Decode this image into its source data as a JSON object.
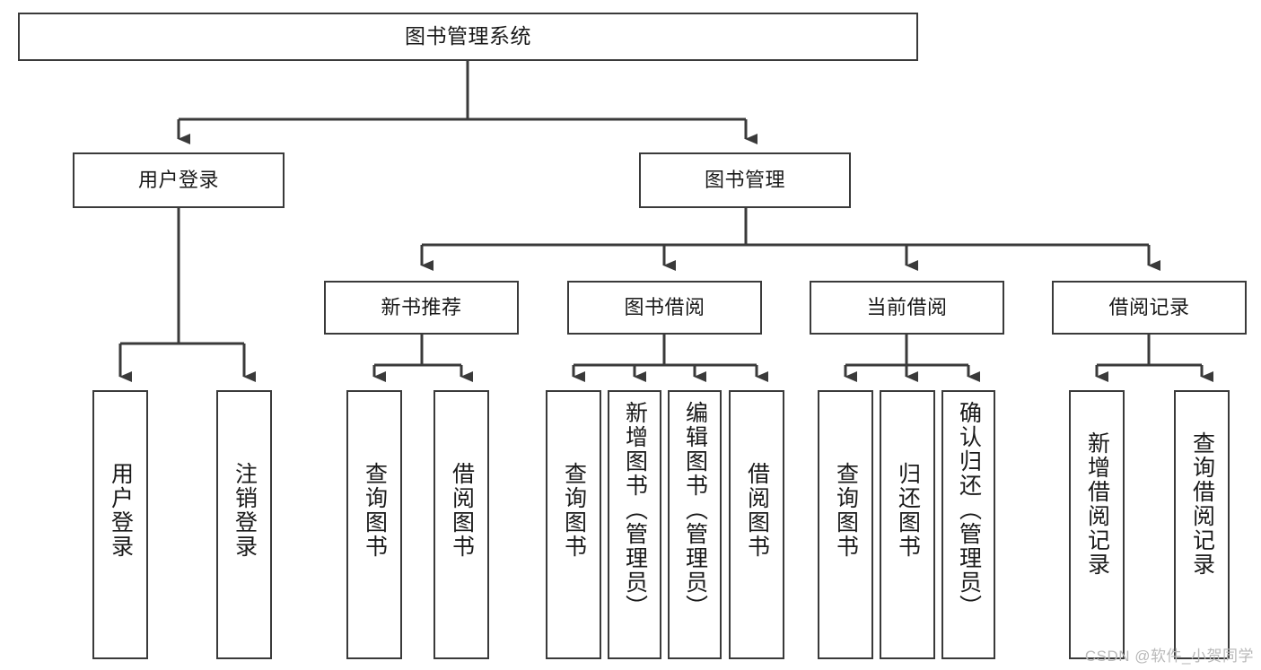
{
  "diagram": {
    "title_node": {
      "label": "图书管理系统"
    },
    "level2": [
      {
        "id": "user-login",
        "label": "用户登录"
      },
      {
        "id": "book-manage",
        "label": "图书管理"
      }
    ],
    "level3": [
      {
        "id": "new-book-recommend",
        "label": "新书推荐"
      },
      {
        "id": "book-borrow",
        "label": "图书借阅"
      },
      {
        "id": "current-borrow",
        "label": "当前借阅"
      },
      {
        "id": "borrow-record",
        "label": "借阅记录"
      }
    ],
    "leaves": [
      {
        "id": "leaf-user-login",
        "label": "用户登录",
        "parent": "user-login"
      },
      {
        "id": "leaf-logout-login",
        "label": "注销登录",
        "parent": "user-login"
      },
      {
        "id": "leaf-query-book-1",
        "label": "查询图书",
        "parent": "new-book-recommend"
      },
      {
        "id": "leaf-borrow-book-1",
        "label": "借阅图书",
        "parent": "new-book-recommend"
      },
      {
        "id": "leaf-query-book-2",
        "label": "查询图书",
        "parent": "book-borrow"
      },
      {
        "id": "leaf-add-book",
        "label": "新增图书（管理员）",
        "parent": "book-borrow"
      },
      {
        "id": "leaf-edit-book",
        "label": "编辑图书（管理员）",
        "parent": "book-borrow"
      },
      {
        "id": "leaf-borrow-book-2",
        "label": "借阅图书",
        "parent": "book-borrow"
      },
      {
        "id": "leaf-query-book-3",
        "label": "查询图书",
        "parent": "current-borrow"
      },
      {
        "id": "leaf-return-book",
        "label": "归还图书",
        "parent": "current-borrow"
      },
      {
        "id": "leaf-confirm-return",
        "label": "确认归还（管理员）",
        "parent": "current-borrow"
      },
      {
        "id": "leaf-add-record",
        "label": "新增借阅记录",
        "parent": "borrow-record"
      },
      {
        "id": "leaf-query-record",
        "label": "查询借阅记录",
        "parent": "borrow-record"
      }
    ]
  },
  "watermark": {
    "text": "CSDN @软件_小贺同学"
  },
  "colors": {
    "stroke": "#3a3a3a",
    "background": "#ffffff",
    "text": "#1a1a1a",
    "watermark": "#b9b9b9"
  }
}
